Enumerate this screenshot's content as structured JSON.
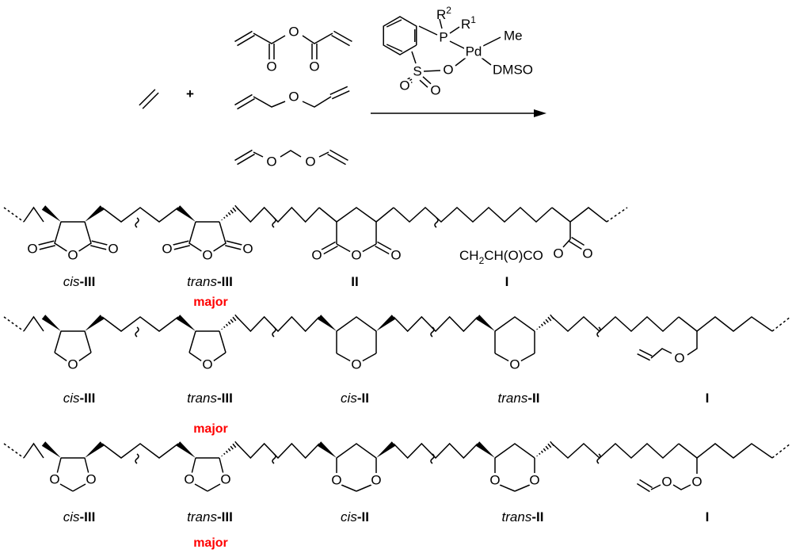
{
  "reagents": {
    "plus": "+"
  },
  "atom_symbol": "O",
  "catalyst": {
    "R2": "R",
    "R2_sup": "2",
    "R1": "R",
    "R1_sup": "1",
    "P": "P",
    "Pd": "Pd",
    "Me": "Me",
    "DMSO": "DMSO",
    "S": "S",
    "O": "O"
  },
  "row1": {
    "labels": [
      {
        "prefix": "cis",
        "suffix": "-III"
      },
      {
        "prefix": "trans",
        "suffix": "-III"
      },
      {
        "prefix": "",
        "suffix": "II"
      },
      {
        "prefix": "",
        "suffix": "I"
      }
    ],
    "major": "major",
    "pendant": {
      "a": "CH",
      "sub": "2",
      "b": "CH(O)CO"
    }
  },
  "row2": {
    "labels": [
      {
        "prefix": "cis",
        "suffix": "-III"
      },
      {
        "prefix": "trans",
        "suffix": "-III"
      },
      {
        "prefix": "cis",
        "suffix": "-II"
      },
      {
        "prefix": "trans",
        "suffix": "-II"
      },
      {
        "prefix": "",
        "suffix": "I"
      }
    ],
    "major": "major"
  },
  "row3": {
    "labels": [
      {
        "prefix": "cis",
        "suffix": "-III"
      },
      {
        "prefix": "trans",
        "suffix": "-III"
      },
      {
        "prefix": "cis",
        "suffix": "-II"
      },
      {
        "prefix": "trans",
        "suffix": "-II"
      },
      {
        "prefix": "",
        "suffix": "I"
      }
    ],
    "major": "major"
  },
  "colors": {
    "major": "#ff0000",
    "ink": "#000000"
  }
}
